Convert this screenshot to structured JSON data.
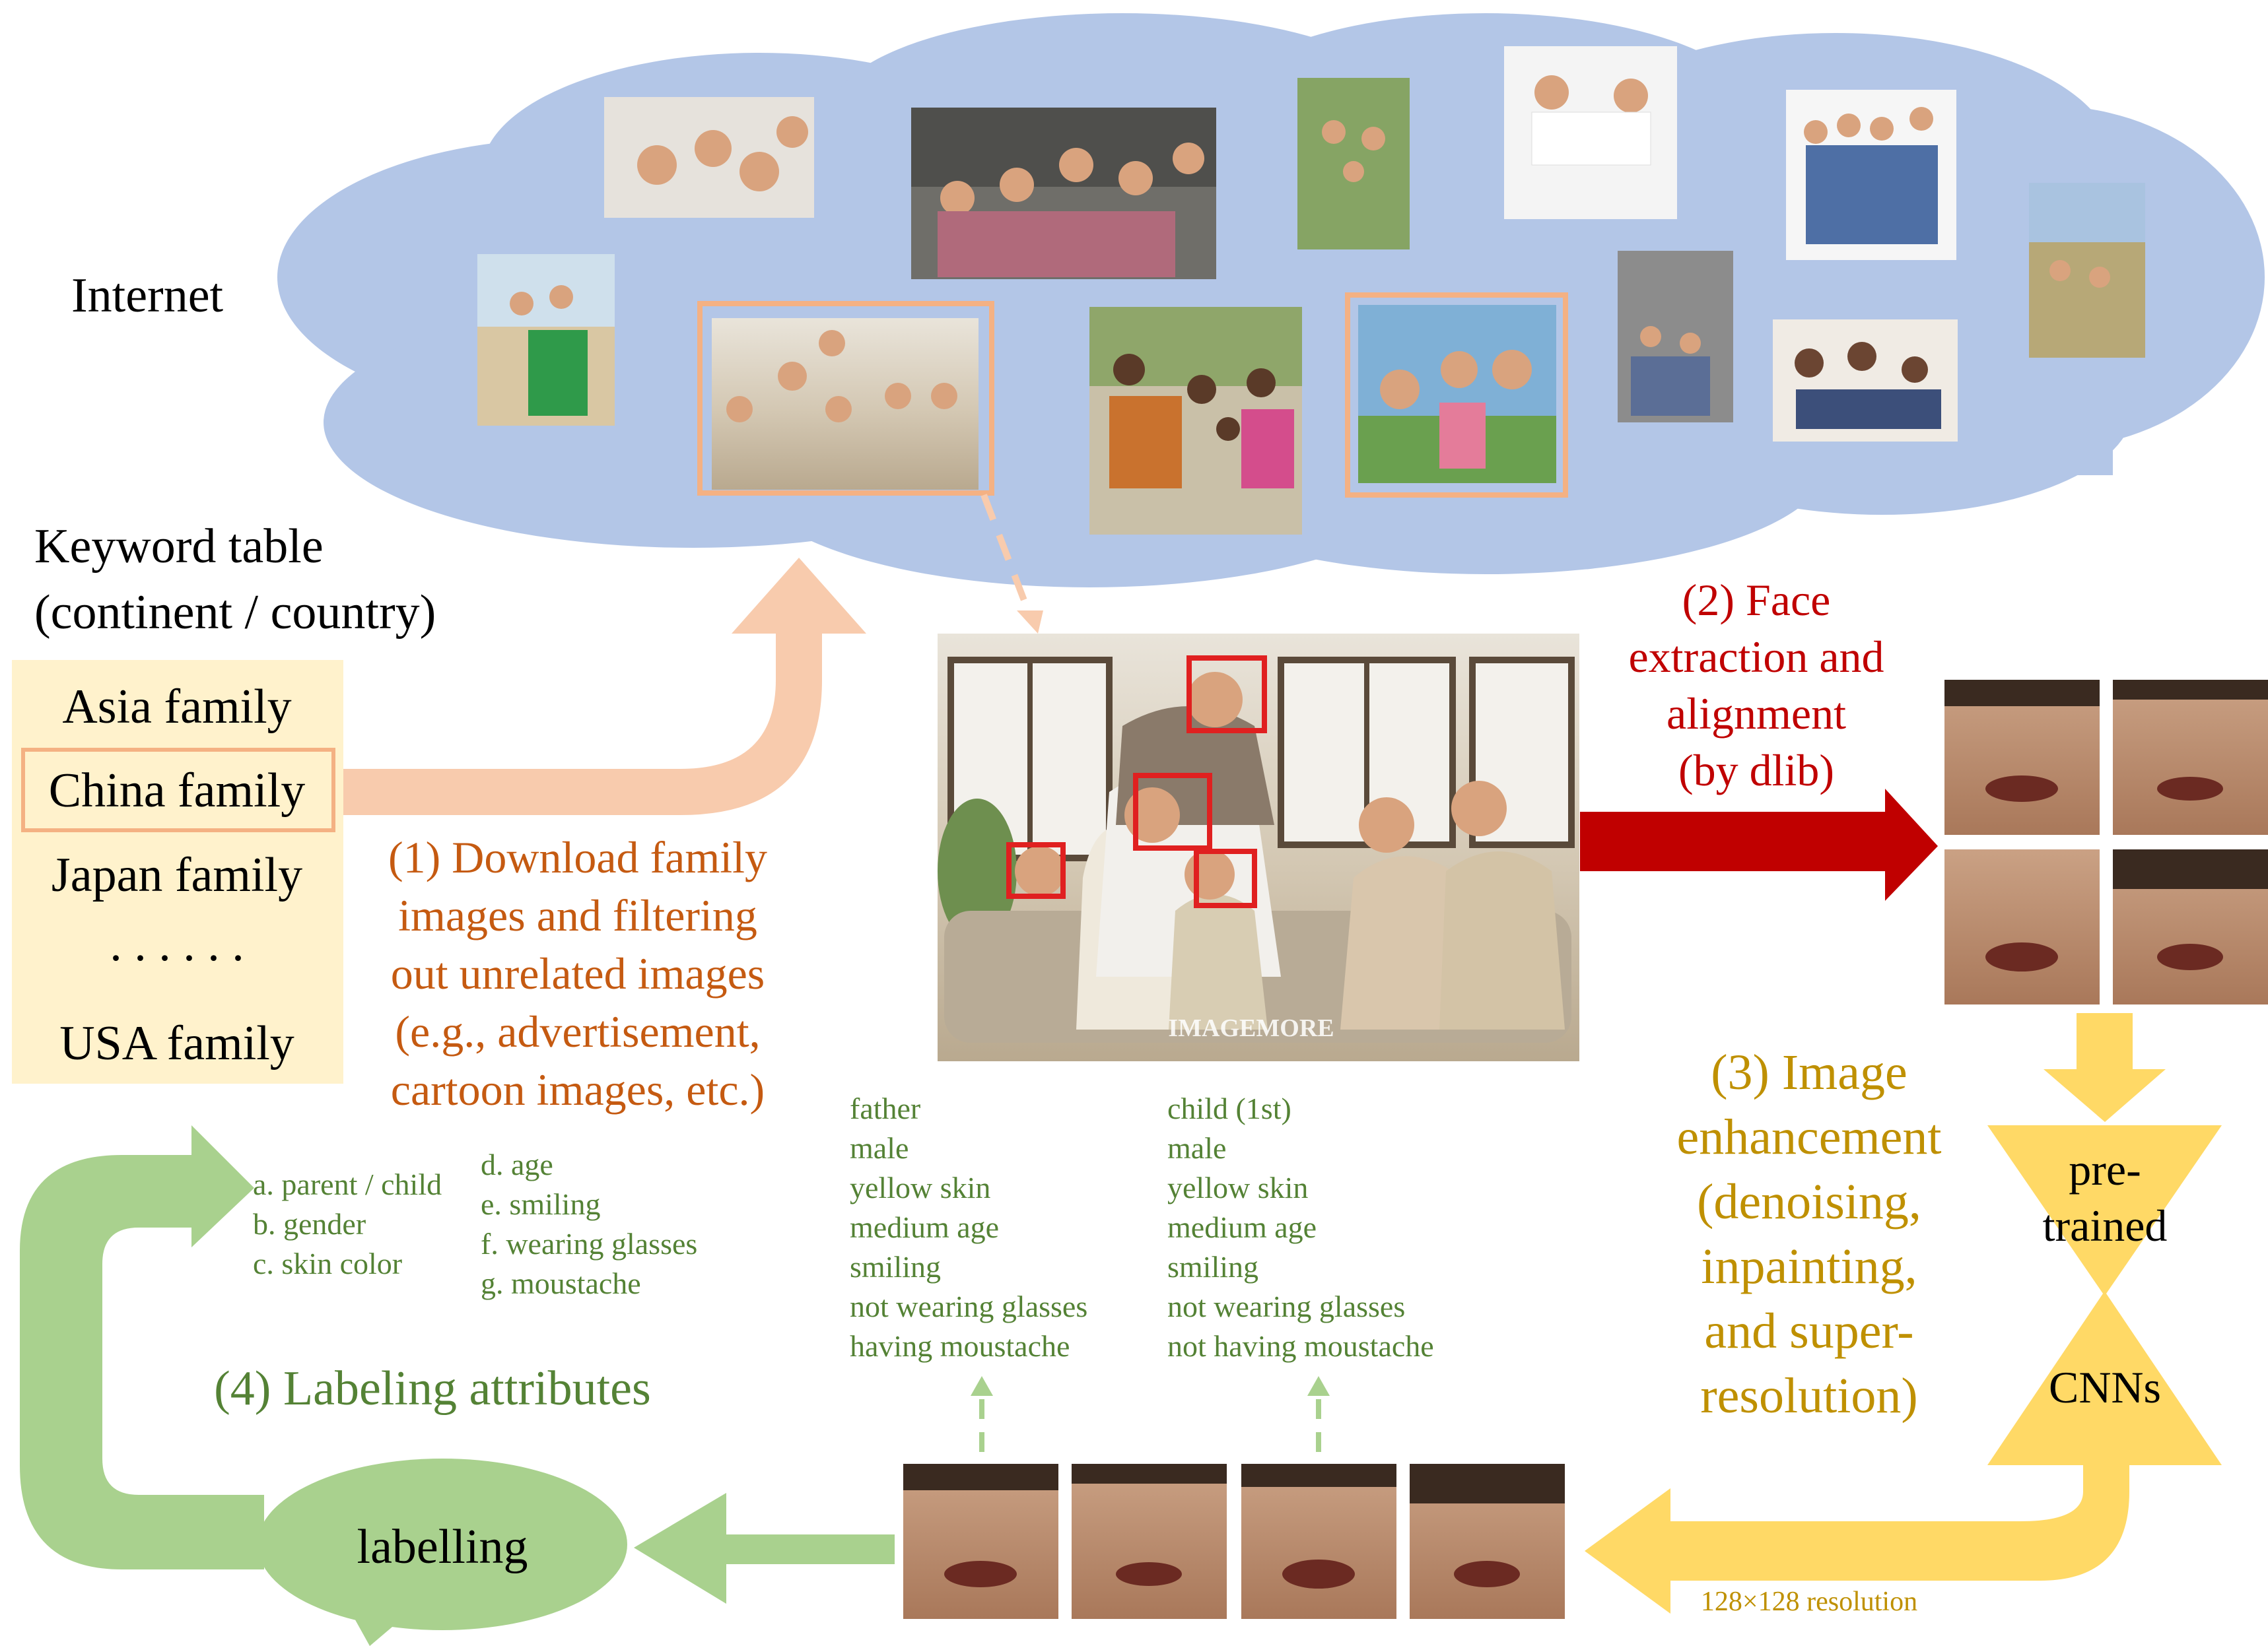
{
  "colors": {
    "cloud": "#b3c6e7",
    "peach_arrow": "#f8cbad",
    "peach_frame": "#f4b183",
    "keyword_bg": "#fff2cc",
    "dark_red": "#c00000",
    "face_box": "#e02020",
    "orange_text": "#c55a11",
    "gold": "#ffd966",
    "gold_text": "#bf9000",
    "green": "#a9d18e",
    "green_text": "#548235",
    "photo_room": "#d6cbb8",
    "skin": "#d9a37e"
  },
  "labels": {
    "internet": "Internet",
    "keyword_title_line1": "Keyword table",
    "keyword_title_line2": "(continent / country)",
    "keyword_items": [
      "Asia family",
      "China family",
      "Japan family",
      ". . . . . .",
      "USA family"
    ],
    "step1": [
      "(1) Download family",
      "images and filtering",
      "out unrelated images",
      "(e.g., advertisement,",
      "cartoon images, etc.)"
    ],
    "step2": [
      "(2) Face",
      "extraction and",
      "alignment",
      "(by dlib)"
    ],
    "step3": [
      "(3) Image",
      "enhancement",
      "(denoising,",
      "inpainting,",
      "and super-",
      "resolution)"
    ],
    "step4": "(4) Labeling attributes",
    "cnn_top_line1": "pre-",
    "cnn_top_line2": "trained",
    "cnn_bottom": "CNNs",
    "resolution": "128×128 resolution",
    "labelling": "labelling",
    "watermark": "IMAGEMORE",
    "attr_col1": [
      "a. parent / child",
      "b. gender",
      "c. skin color"
    ],
    "attr_col2": [
      "d. age",
      "e. smiling",
      "f. wearing glasses",
      "g. moustache"
    ],
    "father_labels": [
      "father",
      "male",
      "yellow skin",
      "medium age",
      "smiling",
      "not wearing glasses",
      "having moustache"
    ],
    "child_labels": [
      "child (1st)",
      "male",
      "yellow skin",
      "medium age",
      "smiling",
      "not wearing glasses",
      "not having moustache"
    ]
  }
}
